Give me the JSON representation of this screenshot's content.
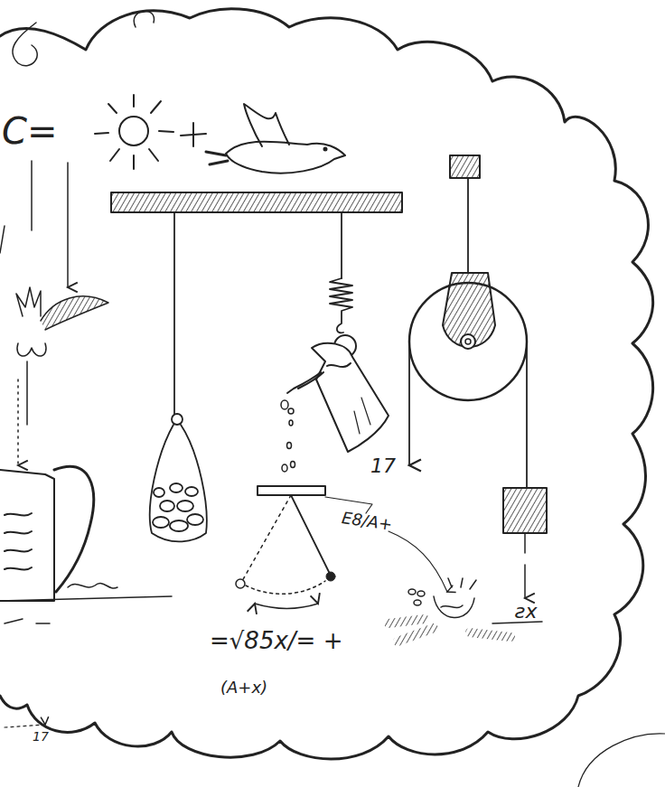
{
  "diagram": {
    "labels": [
      "C=",
      "17",
      "E8/A+",
      "ƨx",
      "=√85x/= +",
      "(A+x)",
      "17"
    ]
  }
}
